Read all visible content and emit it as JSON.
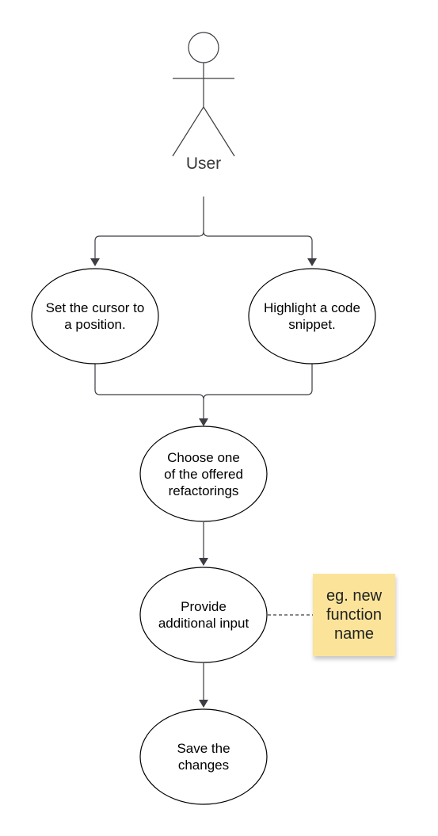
{
  "actor": {
    "label": "User"
  },
  "nodes": {
    "set_cursor": "Set the cursor to\na position.",
    "highlight": "Highlight a code\nsnippet.",
    "choose": "Choose one\nof the offered\nrefactorings",
    "provide": "Provide\nadditional input",
    "save": "Save the\nchanges"
  },
  "note": {
    "text": "eg. new\nfunction\nname",
    "color": "#fbe49a"
  },
  "colors": {
    "line": "#3d3d44",
    "shape_stroke": "#000000"
  }
}
